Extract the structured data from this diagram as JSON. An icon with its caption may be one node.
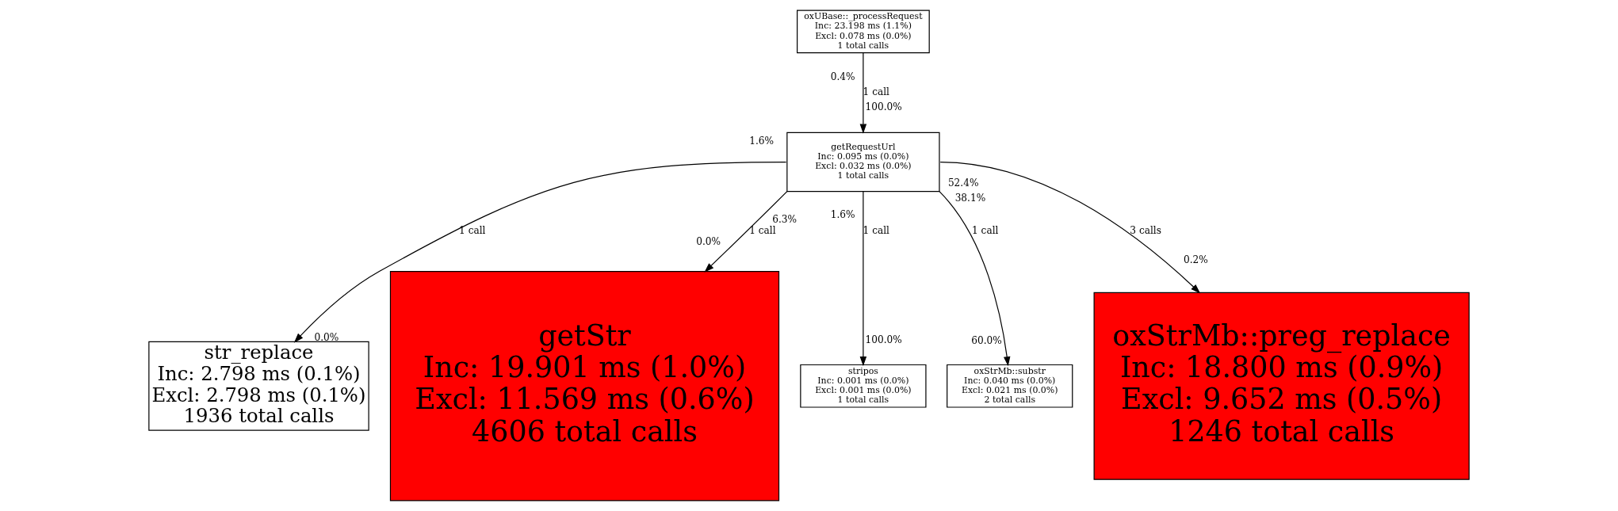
{
  "diagram": {
    "nodes": [
      {
        "text": [
          "oxUBase::_processRequest",
          "Inc: 23.198 ms (1.1%)",
          "Excl: 0.078 ms (0.0%)",
          "1 total calls"
        ]
      },
      {
        "text": [
          "getRequestUrl",
          "Inc: 0.095 ms (0.0%)",
          "Excl: 0.032 ms (0.0%)",
          "1 total calls"
        ]
      },
      {
        "text": [
          "str_replace",
          "Inc: 2.798 ms (0.1%)",
          "Excl: 2.798 ms (0.1%)",
          "1936 total calls"
        ]
      },
      {
        "text": [
          "getStr",
          "Inc: 19.901 ms (1.0%)",
          "Excl: 11.569 ms (0.6%)",
          "4606 total calls"
        ]
      },
      {
        "text": [
          "stripos",
          "Inc: 0.001 ms (0.0%)",
          "Excl: 0.001 ms (0.0%)",
          "1 total calls"
        ]
      },
      {
        "text": [
          "oxStrMb::substr",
          "Inc: 0.040 ms (0.0%)",
          "Excl: 0.021 ms (0.0%)",
          "2 total calls"
        ]
      },
      {
        "text": [
          "oxStrMb::preg_replace",
          "Inc: 18.800 ms (0.9%)",
          "Excl: 9.652 ms (0.5%)",
          "1246 total calls"
        ]
      }
    ],
    "edges": [
      {
        "from": 0,
        "to": 1,
        "arrow": "to",
        "label": "1 call"
      },
      {
        "from": 1,
        "to": 2,
        "arrow": "to",
        "label": "1 call"
      },
      {
        "from": 1,
        "to": 3,
        "arrow": "to",
        "label": "1 call"
      },
      {
        "from": 1,
        "to": 4,
        "arrow": "to",
        "label": "1 call"
      },
      {
        "from": 1,
        "to": 5,
        "arrow": "to",
        "label": "1 call"
      },
      {
        "from": 1,
        "to": 6,
        "arrow": "to",
        "label": "3 calls"
      }
    ],
    "labels": [
      "0.4%",
      "100.0%",
      "1.6%",
      "52.4%",
      "6.3%",
      "1.6%",
      "38.1%",
      "0.0%",
      "0.2%",
      "0.0%",
      "100.0%",
      "60.0%"
    ]
  }
}
